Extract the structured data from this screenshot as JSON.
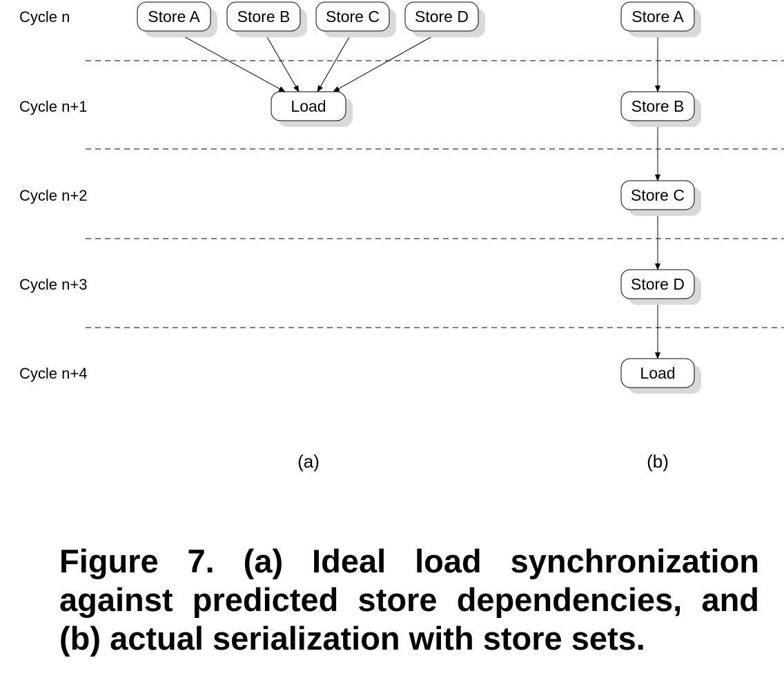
{
  "cycles": [
    "Cycle n",
    "Cycle n+1",
    "Cycle n+2",
    "Cycle n+3",
    "Cycle n+4"
  ],
  "diagram_a": {
    "label": "(a)",
    "stores": [
      "Store A",
      "Store B",
      "Store C",
      "Store D"
    ],
    "load": "Load"
  },
  "diagram_b": {
    "label": "(b)",
    "chain": [
      "Store A",
      "Store B",
      "Store C",
      "Store D",
      "Load"
    ]
  },
  "caption": "Figure 7. (a) Ideal load synchronization against predicted store dependencies, and (b) actual serialization with store sets."
}
